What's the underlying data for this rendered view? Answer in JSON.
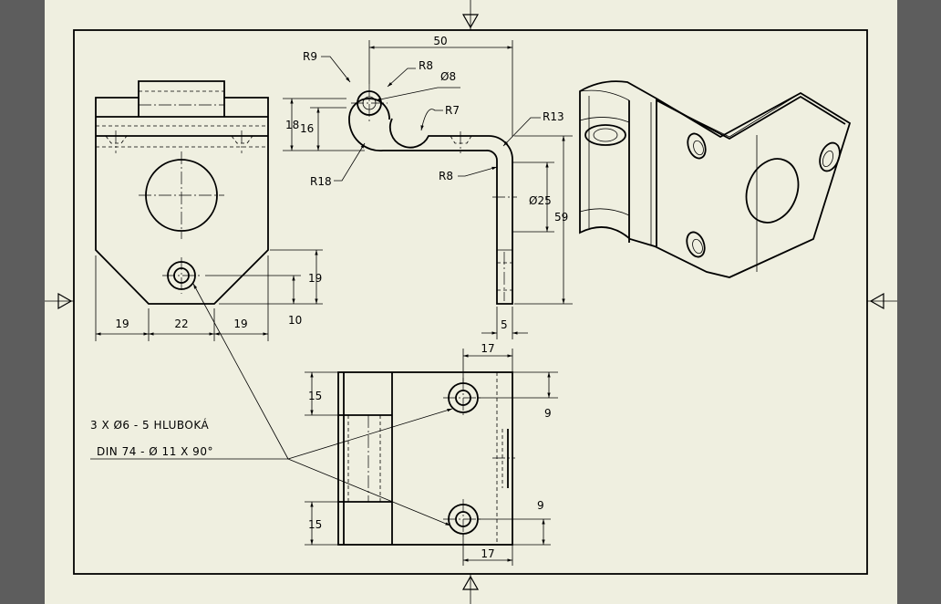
{
  "sheet": {
    "paper_color": "#efefe0",
    "surround_color": "#5d5d5d",
    "line_color": "#000000"
  },
  "front_view": {
    "dims": {
      "d19_left": "19",
      "d22": "22",
      "d19_right": "19",
      "d19_height": "19",
      "d10": "10"
    }
  },
  "side_view": {
    "dims": {
      "d50": "50",
      "r9": "R9",
      "r8_top": "R8",
      "dia8": "Ø8",
      "r7": "R7",
      "r13": "R13",
      "d18": "18",
      "d16": "16",
      "r18": "R18",
      "r8_bottom": "R8",
      "dia25": "Ø25",
      "d59": "59",
      "d5": "5"
    }
  },
  "top_view": {
    "dims": {
      "d17_top": "17",
      "d9_top": "9",
      "d15_top": "15",
      "d15_bottom": "15",
      "d9_bottom": "9",
      "d17_bottom": "17"
    }
  },
  "note": {
    "line1": "3 X Ø6 - 5 HLUBOKÁ",
    "line2": "DIN 74 - Ø 11 X 90°"
  }
}
